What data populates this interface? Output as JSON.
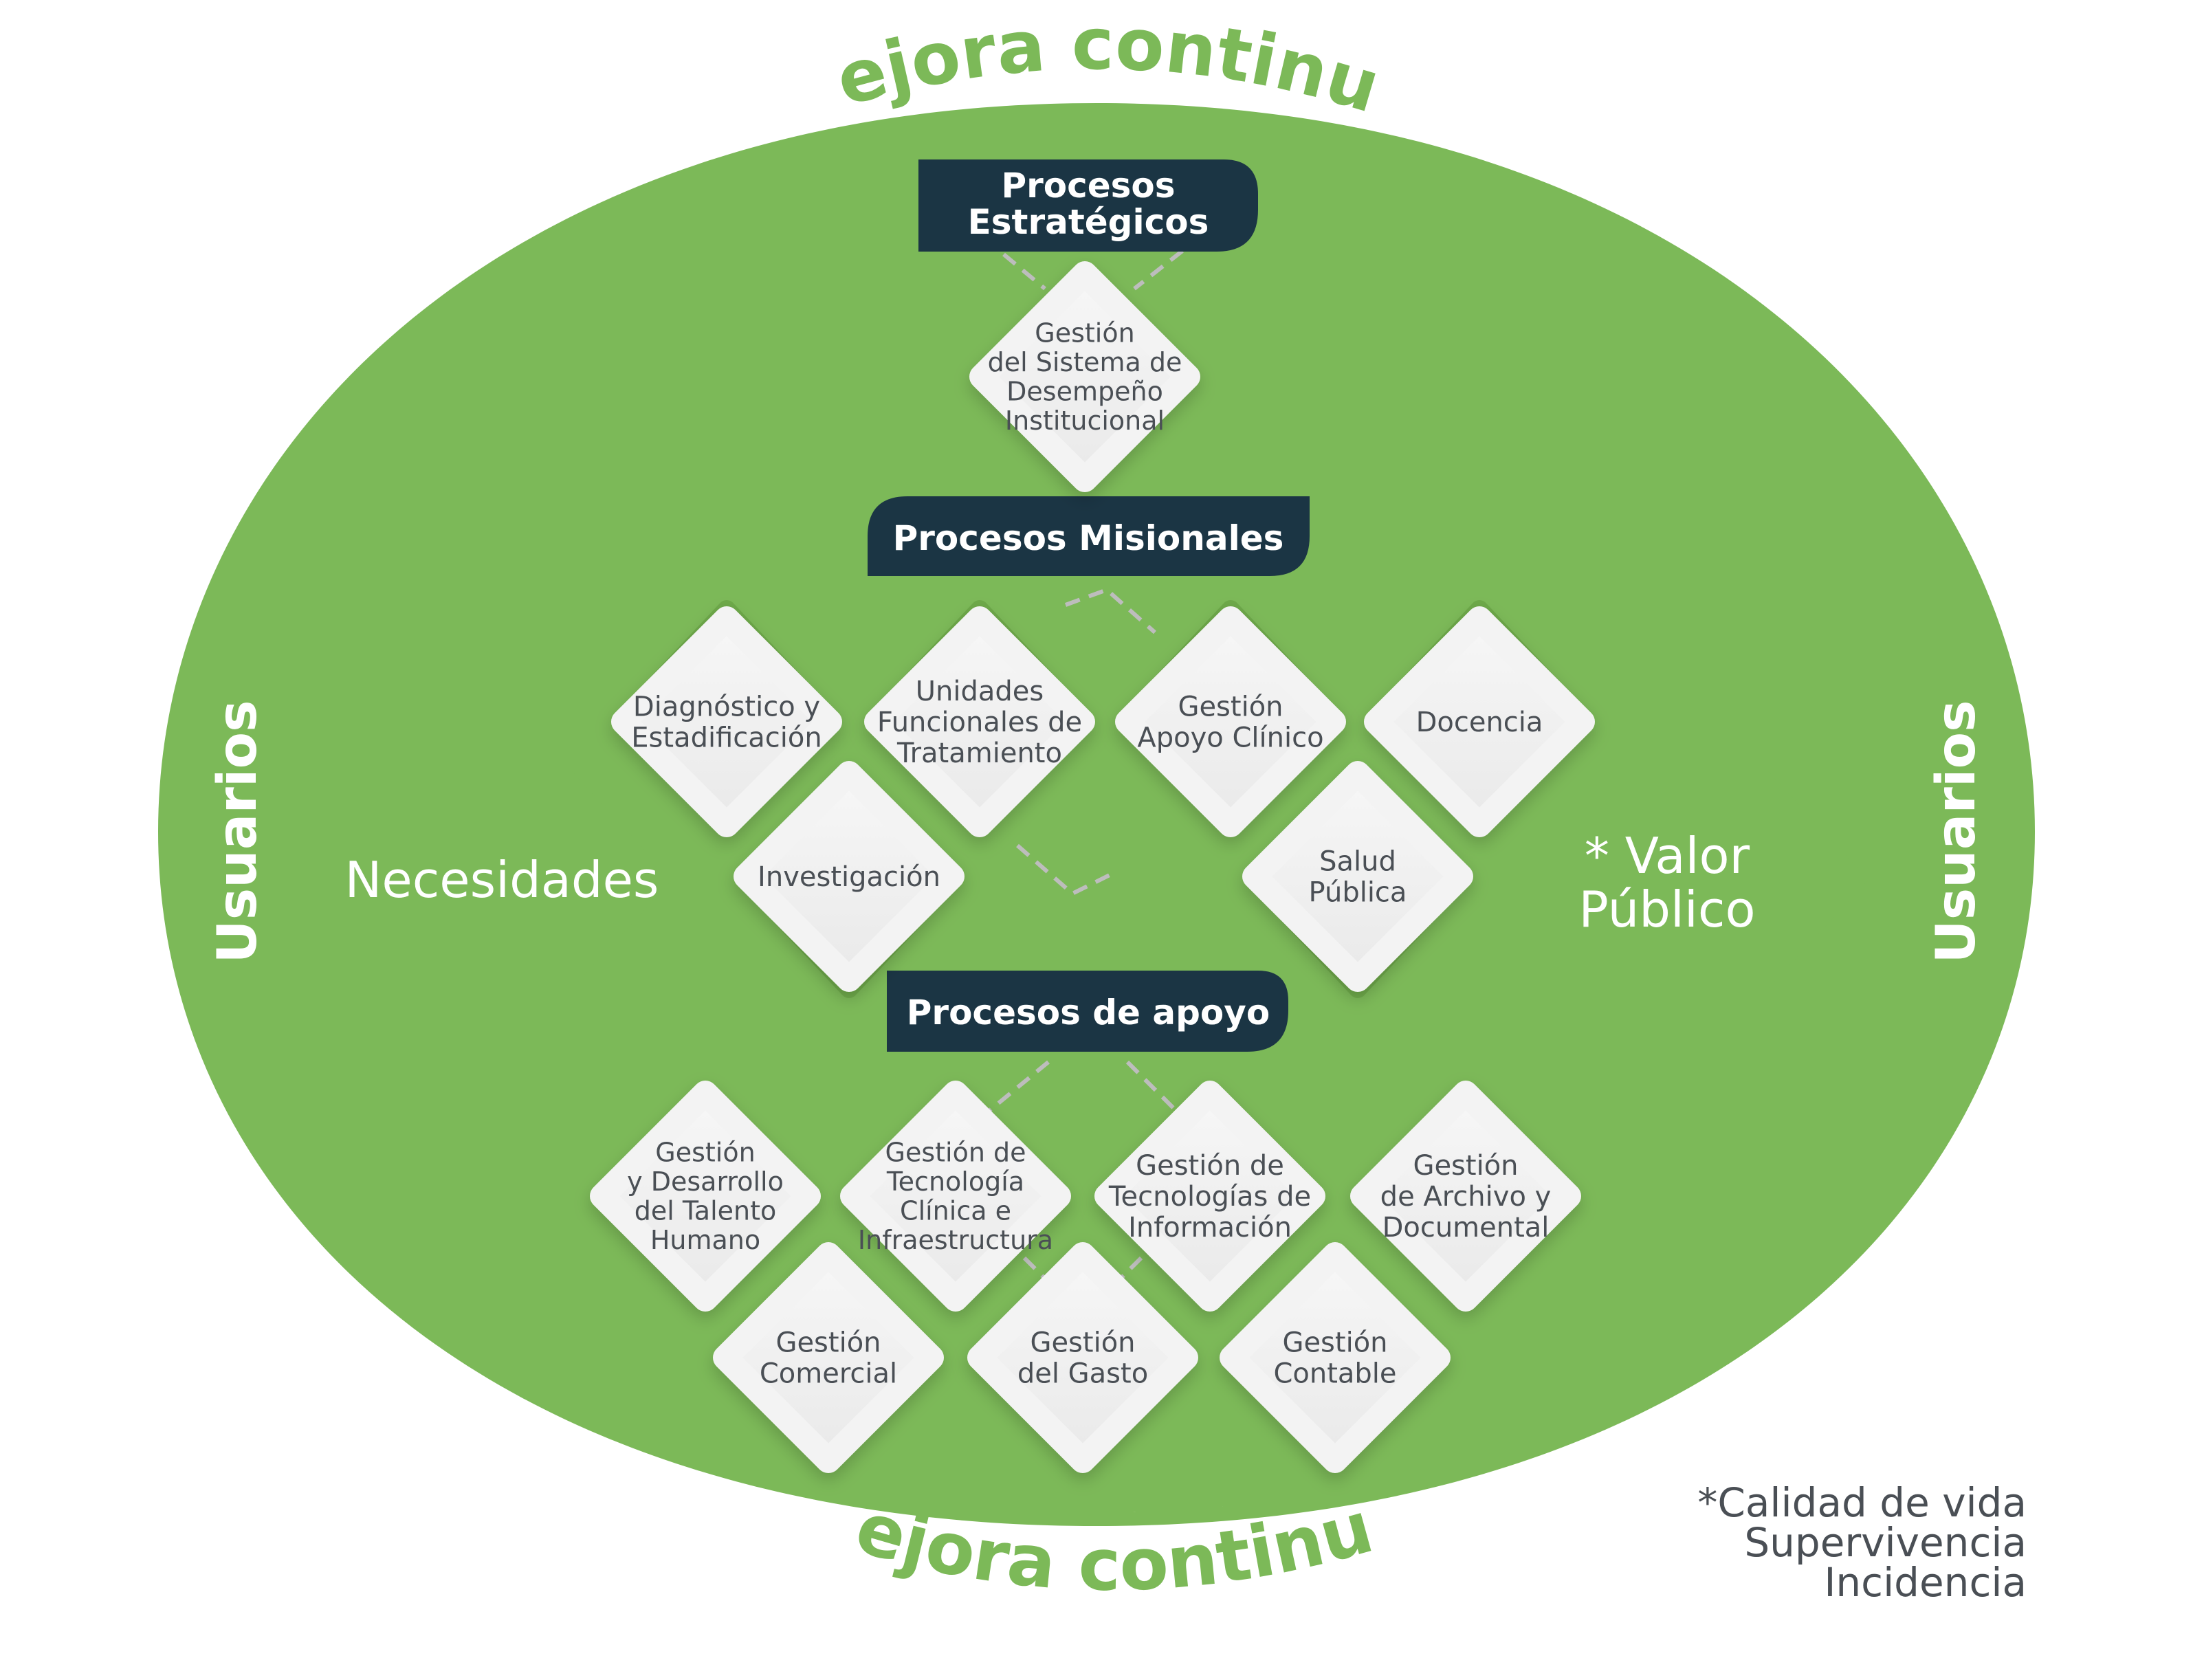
{
  "colors": {
    "green": "#7cb958",
    "dark_green": "#5f9a3d",
    "navy": "#1b3544",
    "diamond_fill": "#efefef",
    "text_gray": "#4a4f55",
    "dash": "#bdbdbd"
  },
  "ring": {
    "top_label": "Mejora continua",
    "bottom_label": "Mejora continua",
    "left_label": "Usuarios",
    "right_label": "Usuarios"
  },
  "input_arrow": {
    "label": "Necesidades"
  },
  "output_arrow": {
    "label_line1": "* Valor",
    "label_line2": "Público"
  },
  "footnote": [
    "*Calidad de vida",
    "Supervivencia",
    "Incidencia"
  ],
  "strategic": {
    "header": [
      "Procesos",
      "Estratégicos"
    ],
    "items": [
      {
        "lines": [
          "Gestión",
          "del Sistema de",
          "Desempeño",
          "Institucional"
        ]
      }
    ]
  },
  "missional": {
    "header": [
      "Procesos Misionales"
    ],
    "items": [
      {
        "lines": [
          "Diagnóstico y",
          "Estadificación"
        ]
      },
      {
        "lines": [
          "Unidades",
          "Funcionales de",
          "Tratamiento"
        ]
      },
      {
        "lines": [
          "Gestión",
          "Apoyo Clínico"
        ]
      },
      {
        "lines": [
          "Docencia"
        ]
      },
      {
        "lines": [
          "Investigación"
        ]
      },
      {
        "lines": [
          "Salud",
          "Pública"
        ]
      }
    ]
  },
  "support": {
    "header": [
      "Procesos de apoyo"
    ],
    "items": [
      {
        "lines": [
          "Gestión",
          "y Desarrollo",
          "del Talento",
          "Humano"
        ]
      },
      {
        "lines": [
          "Gestión de",
          "Tecnología",
          "Clínica e",
          "Infraestructura"
        ]
      },
      {
        "lines": [
          "Gestión de",
          "Tecnologías de",
          "Información"
        ]
      },
      {
        "lines": [
          "Gestión",
          "de Archivo y",
          "Documental"
        ]
      },
      {
        "lines": [
          "Gestión",
          "Comercial"
        ]
      },
      {
        "lines": [
          "Gestión",
          "del Gasto"
        ]
      },
      {
        "lines": [
          "Gestión",
          "Contable"
        ]
      }
    ]
  }
}
